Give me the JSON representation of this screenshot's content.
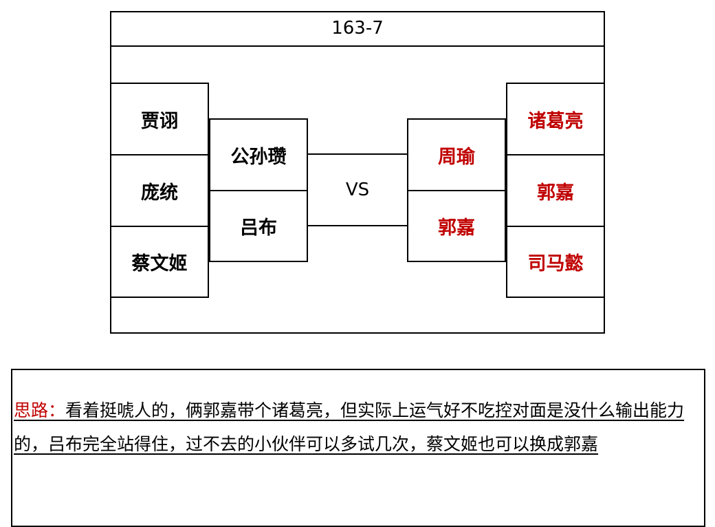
{
  "diagram": {
    "title": "163-7",
    "vs_label": "VS",
    "left_outer": [
      "贾诩",
      "庞统",
      "蔡文姬"
    ],
    "left_inner": [
      "公孙瓒",
      "吕布"
    ],
    "right_inner": [
      "周瑜",
      "郭嘉"
    ],
    "right_outer": [
      "诸葛亮",
      "郭嘉",
      "司马懿"
    ],
    "colors": {
      "left_text": "#000000",
      "right_text": "#c00000",
      "border": "#000000"
    }
  },
  "note": {
    "label": "思路：",
    "text": "看着挺唬人的，俩郭嘉带个诸葛亮，但实际上运气好不吃控对面是没什么输出能力的，吕布完全站得住，过不去的小伙伴可以多试几次，蔡文姬也可以换成郭嘉"
  }
}
